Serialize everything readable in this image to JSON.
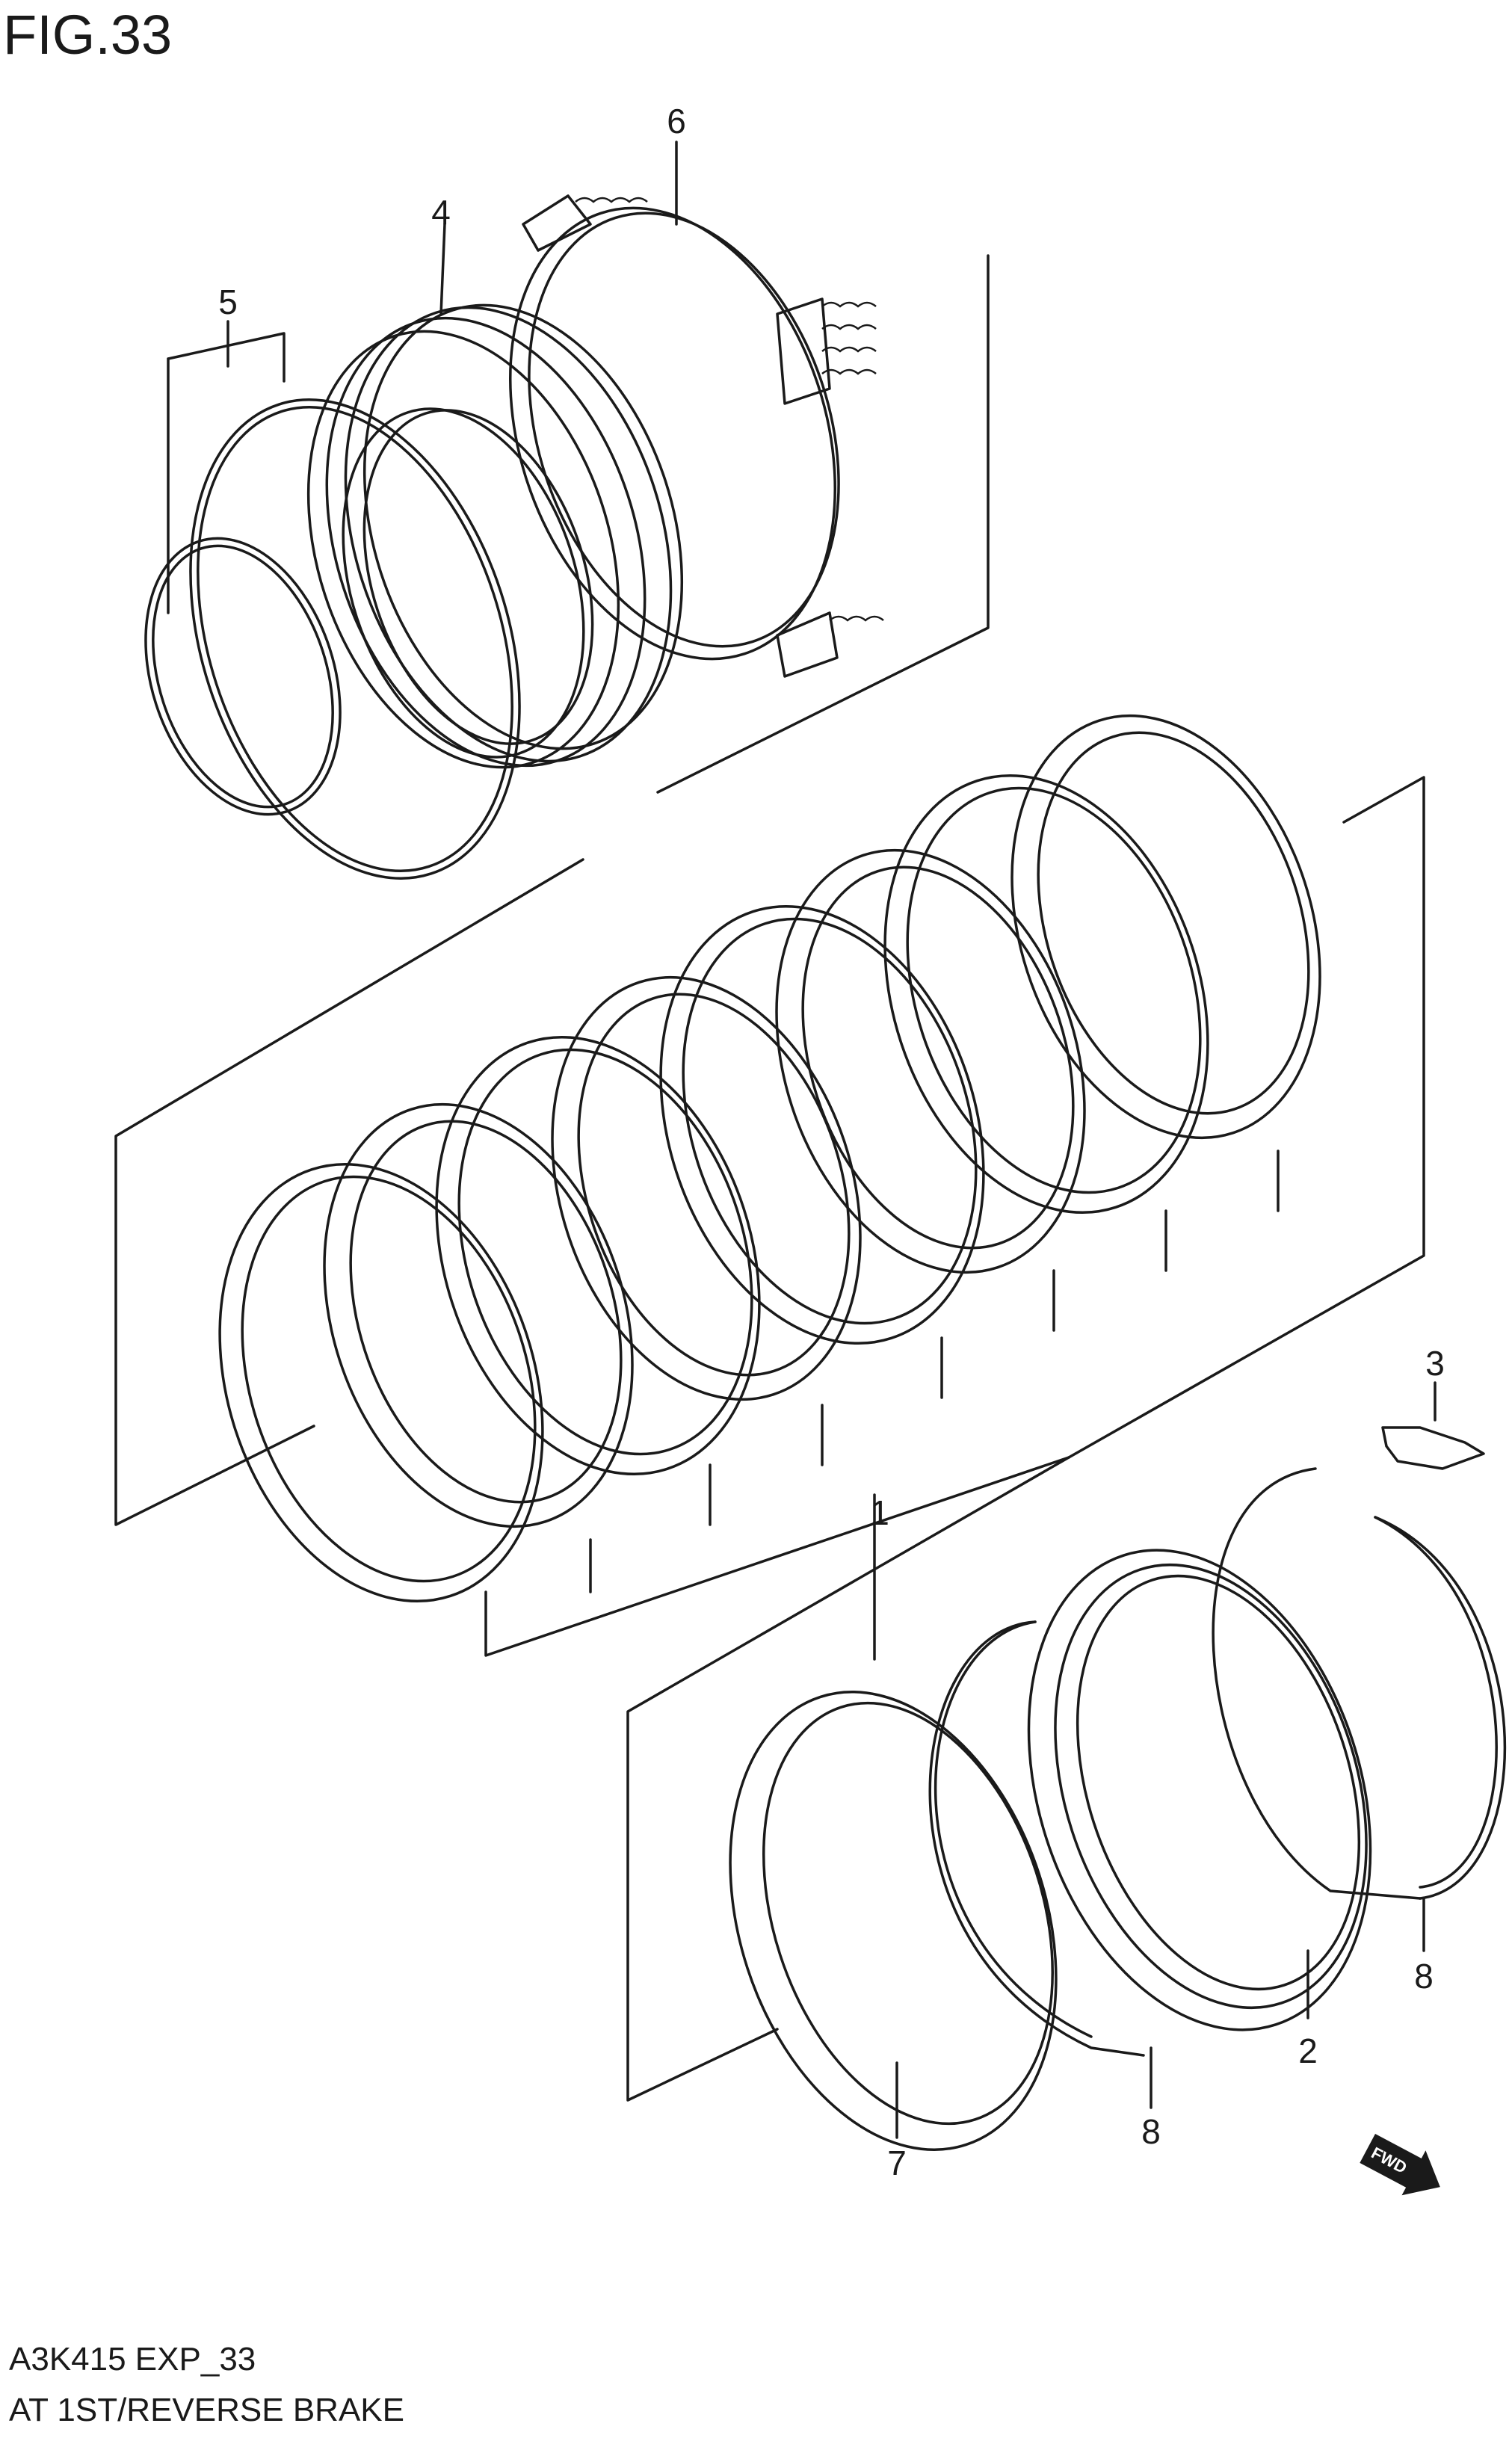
{
  "figure": {
    "title": "FIG.33",
    "code": "A3K415 EXP_33",
    "name": "AT 1ST/REVERSE BRAKE"
  },
  "callouts": [
    "1",
    "2",
    "3",
    "4",
    "5",
    "6",
    "7",
    "8",
    "8"
  ],
  "fwd_badge": {
    "label": "FWD",
    "icon": "fwd-arrow-icon"
  }
}
